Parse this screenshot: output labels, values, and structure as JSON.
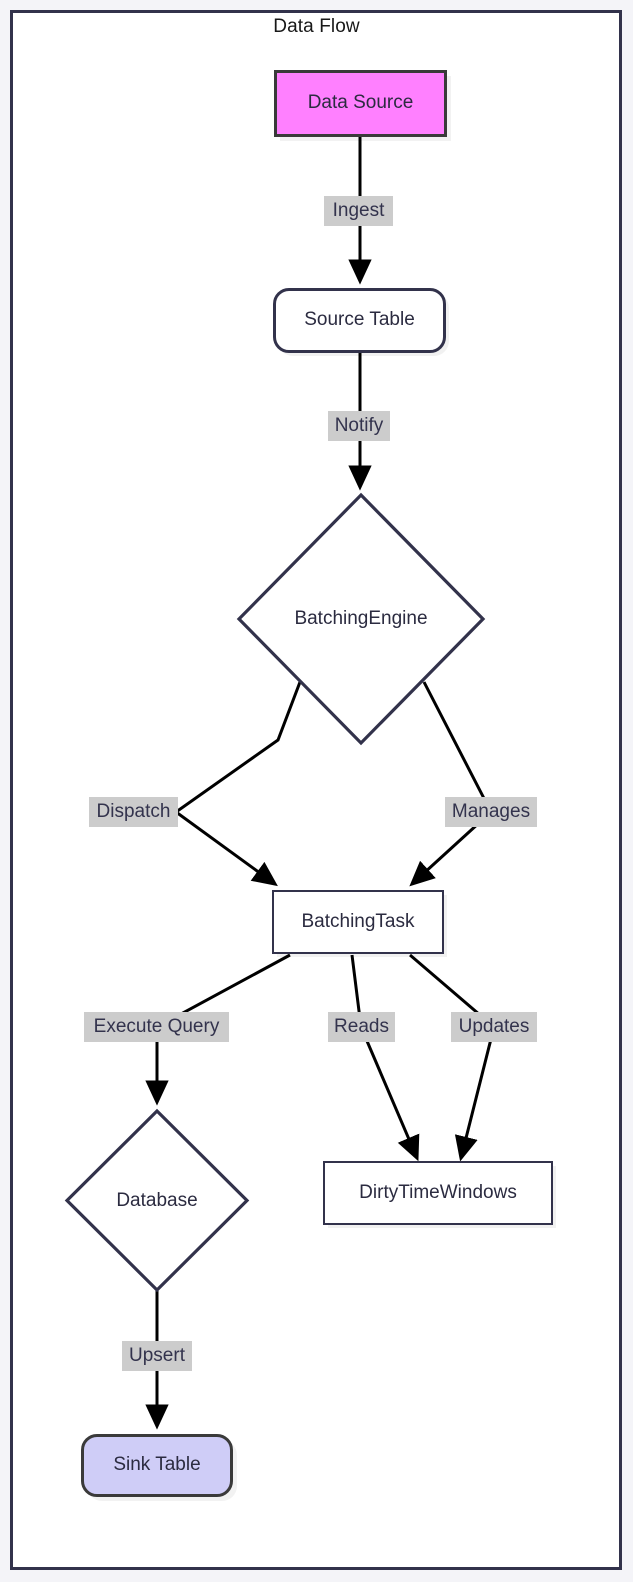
{
  "diagram": {
    "title": "Data Flow",
    "type": "flowchart",
    "direction": "top-down",
    "colors": {
      "frame_border": "#32324b",
      "node_border": "#32324b",
      "node_fill": "#ffffff",
      "source_fill": "#ff80ff",
      "sink_fill": "#cfcdf7",
      "edge_label_bg": "#cccccc",
      "text": "#2b2b40",
      "arrow": "#000000",
      "canvas": "#f4f4f8"
    },
    "nodes": [
      {
        "id": "data_source",
        "label": "Data Source",
        "shape": "rectangle",
        "style": "source"
      },
      {
        "id": "source_table",
        "label": "Source Table",
        "shape": "stadium",
        "style": "default"
      },
      {
        "id": "batching_engine",
        "label": "BatchingEngine",
        "shape": "diamond",
        "style": "default"
      },
      {
        "id": "batching_task",
        "label": "BatchingTask",
        "shape": "rectangle",
        "style": "default"
      },
      {
        "id": "database",
        "label": "Database",
        "shape": "diamond",
        "style": "default"
      },
      {
        "id": "dirty_time_windows",
        "label": "DirtyTimeWindows",
        "shape": "rectangle",
        "style": "default"
      },
      {
        "id": "sink_table",
        "label": "Sink Table",
        "shape": "stadium",
        "style": "sink"
      }
    ],
    "edges": [
      {
        "from": "data_source",
        "to": "source_table",
        "label": "Ingest"
      },
      {
        "from": "source_table",
        "to": "batching_engine",
        "label": "Notify"
      },
      {
        "from": "batching_engine",
        "to": "batching_task",
        "label": "Dispatch"
      },
      {
        "from": "batching_engine",
        "to": "batching_task",
        "label": "Manages"
      },
      {
        "from": "batching_task",
        "to": "database",
        "label": "Execute Query"
      },
      {
        "from": "batching_task",
        "to": "dirty_time_windows",
        "label": "Reads"
      },
      {
        "from": "batching_task",
        "to": "dirty_time_windows",
        "label": "Updates"
      },
      {
        "from": "database",
        "to": "sink_table",
        "label": "Upsert"
      }
    ]
  }
}
